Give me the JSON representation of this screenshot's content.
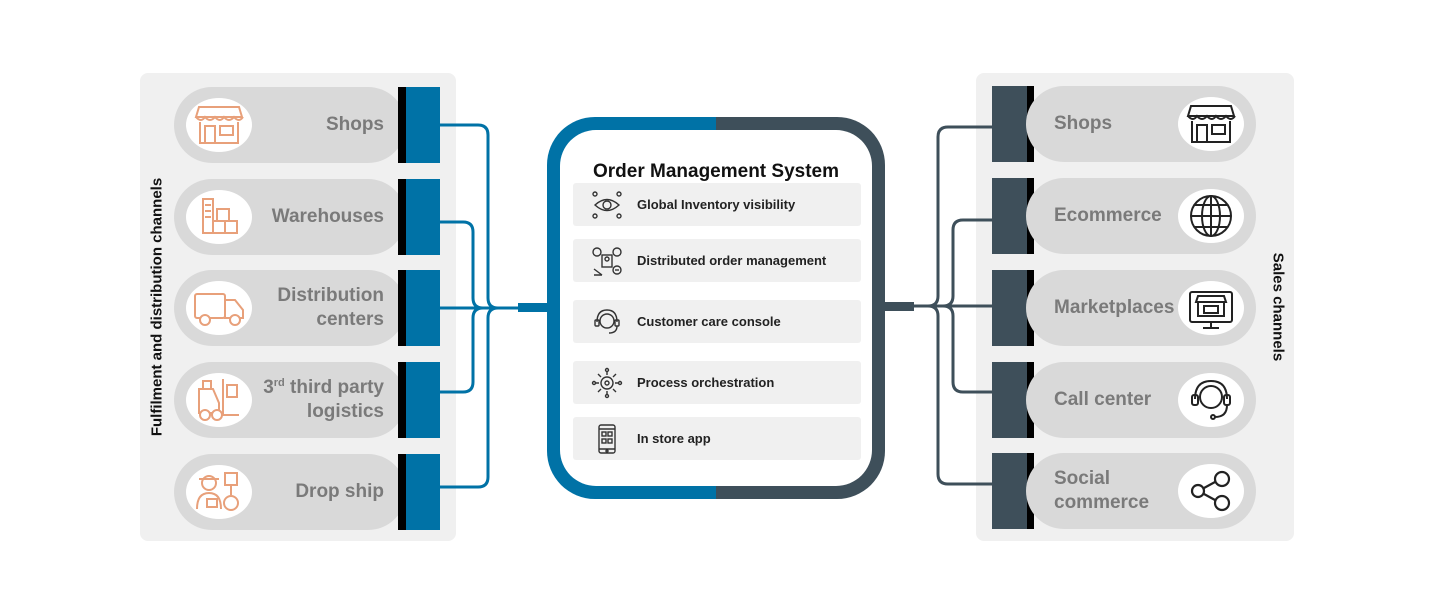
{
  "left_panel": {
    "label": "Fulfilment and distribution channels",
    "items": [
      {
        "label": "Shops",
        "icon": "shop-icon"
      },
      {
        "label": "Warehouses",
        "icon": "warehouse-icon"
      },
      {
        "label": "Distribution",
        "label2": "centers",
        "icon": "truck-icon"
      },
      {
        "label_sup_prefix": "3",
        "label_sup": "rd",
        "label_rest": " third party",
        "label2": "logistics",
        "icon": "forklift-icon"
      },
      {
        "label": "Drop ship",
        "icon": "delivery-person-icon"
      }
    ]
  },
  "right_panel": {
    "label": "Sales channels",
    "items": [
      {
        "label": "Shops",
        "icon": "shop-icon"
      },
      {
        "label": "Ecommerce",
        "icon": "globe-icon"
      },
      {
        "label": "Marketplaces",
        "icon": "marketplace-icon"
      },
      {
        "label": "Call center",
        "icon": "headset-icon"
      },
      {
        "label": "Social",
        "label2": "commerce",
        "icon": "share-icon"
      }
    ]
  },
  "oms": {
    "title": "Order Management System",
    "features": [
      {
        "label": "Global Inventory visibility",
        "icon": "eye-network-icon"
      },
      {
        "label": "Distributed order management",
        "icon": "order-management-icon"
      },
      {
        "label": "Customer care console",
        "icon": "customer-care-icon"
      },
      {
        "label": "Process orchestration",
        "icon": "gear-network-icon"
      },
      {
        "label": "In store app",
        "icon": "mobile-app-icon"
      }
    ]
  },
  "colors": {
    "left_accent": "#0072a6",
    "right_accent": "#3e4f5a",
    "left_icon": "#e8a07a",
    "right_icon": "#222222"
  }
}
